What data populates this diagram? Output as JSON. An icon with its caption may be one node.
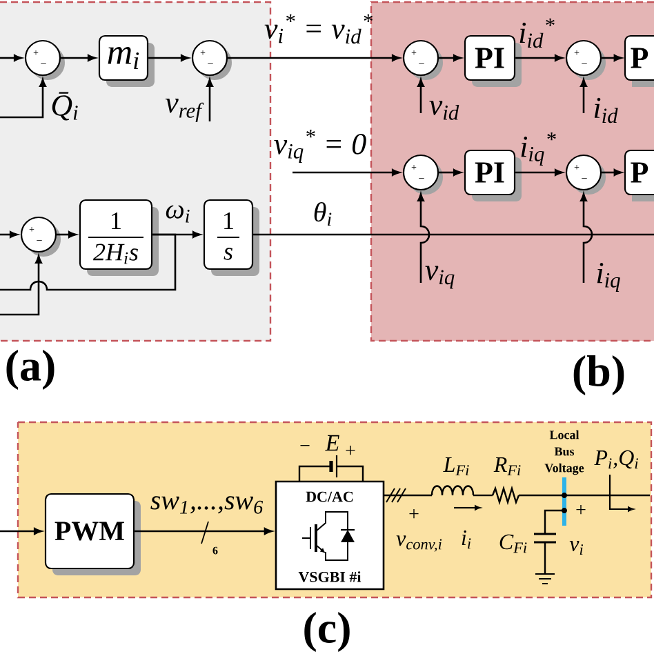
{
  "diagram": {
    "nodes": [
      {
        "text": [],
        "shape": "box",
        "beside": [
          "(a)"
        ]
      },
      {
        "text": [
          "+",
          "−"
        ],
        "in": 0
      },
      {
        "text": [
          "m$_{i}$"
        ],
        "in": 0
      },
      {
        "text": [
          "+",
          "−"
        ],
        "in": 0
      },
      {
        "text": [
          "+",
          "−"
        ],
        "in": 0
      },
      {
        "text": [
          "1",
          "2H$_{i}$s"
        ],
        "in": 0
      },
      {
        "text": [
          "1",
          "s"
        ],
        "in": 0
      },
      {
        "text": [],
        "shape": "box",
        "beside": [
          "(b)"
        ]
      },
      {
        "text": [
          "+",
          "−"
        ],
        "in": 7
      },
      {
        "text": [
          "PI"
        ],
        "in": 7
      },
      {
        "text": [
          "+",
          "−"
        ],
        "in": 7
      },
      {
        "text": [
          "P"
        ],
        "in": 7
      },
      {
        "text": [
          "+",
          "−"
        ],
        "in": 7
      },
      {
        "text": [
          "PI"
        ],
        "in": 7
      },
      {
        "text": [
          "+",
          "−"
        ],
        "in": 7
      },
      {
        "text": [
          "P"
        ],
        "in": 7
      },
      {
        "text": [],
        "shape": "box",
        "beside": [
          "(c)"
        ]
      },
      {
        "text": [
          "PWM"
        ],
        "in": 16
      },
      {
        "text": [
          "DC/AC",
          "VSGBI #i"
        ],
        "in": 16
      }
    ],
    "edges": [
      {
        "from": null,
        "to": 1,
        "arrow": "to"
      },
      {
        "from": null,
        "to": 1,
        "arrow": "to",
        "label": "Q̄$_{i}$"
      },
      {
        "from": 1,
        "to": 2,
        "arrow": "to"
      },
      {
        "from": 2,
        "to": 3,
        "arrow": "to"
      },
      {
        "from": null,
        "to": 3,
        "arrow": "to",
        "label": "v$_{ref}$"
      },
      {
        "from": 3,
        "to": 8,
        "arrow": "to",
        "label": "v$_{i}$$^{*}$ = v$_{id}$$^{*}$"
      },
      {
        "from": null,
        "to": 8,
        "arrow": "to",
        "label": "v$_{id}$"
      },
      {
        "from": 8,
        "to": 9,
        "arrow": "to"
      },
      {
        "from": 9,
        "to": 10,
        "arrow": "to",
        "label": "i$_{id}$$^{*}$"
      },
      {
        "from": null,
        "to": 10,
        "arrow": "to",
        "label": "i$_{id}$"
      },
      {
        "from": 10,
        "to": 11,
        "arrow": "to"
      },
      {
        "from": null,
        "to": 12,
        "arrow": "to",
        "label": "v$_{iq}$$^{*}$ = 0"
      },
      {
        "from": null,
        "to": 12,
        "arrow": "to",
        "label": "v$_{iq}$"
      },
      {
        "from": 12,
        "to": 13,
        "arrow": "to"
      },
      {
        "from": 13,
        "to": 14,
        "arrow": "to",
        "label": "i$_{iq}$$^{*}$"
      },
      {
        "from": null,
        "to": 14,
        "arrow": "to",
        "label": "i$_{iq}$"
      },
      {
        "from": 14,
        "to": 15,
        "arrow": "to"
      },
      {
        "from": null,
        "to": 4,
        "arrow": "to"
      },
      {
        "from": null,
        "to": 4,
        "arrow": "to"
      },
      {
        "from": 4,
        "to": 5,
        "arrow": "to"
      },
      {
        "from": 5,
        "to": 6,
        "arrow": "to",
        "label": "ω$_{i}$"
      },
      {
        "from": 5,
        "to": null,
        "arrow": "none"
      },
      {
        "from": 6,
        "to": 7,
        "arrow": "none",
        "label": "θ$_{i}$"
      },
      {
        "from": null,
        "to": 17,
        "arrow": "to"
      },
      {
        "from": 17,
        "to": 18,
        "arrow": "to",
        "label": "sw$_{1}$,...,sw$_{6}$"
      }
    ],
    "labels": [
      "−",
      "E",
      "+",
      "L$_{Fi}$",
      "R$_{Fi}$",
      "Local Bus Voltage",
      "P$_{i}$,Q$_{i}$",
      "6",
      "+",
      "v$_{conv,i}$",
      "i$_{i}$",
      "C$_{Fi}$",
      "+",
      "v$_{i}$"
    ]
  }
}
